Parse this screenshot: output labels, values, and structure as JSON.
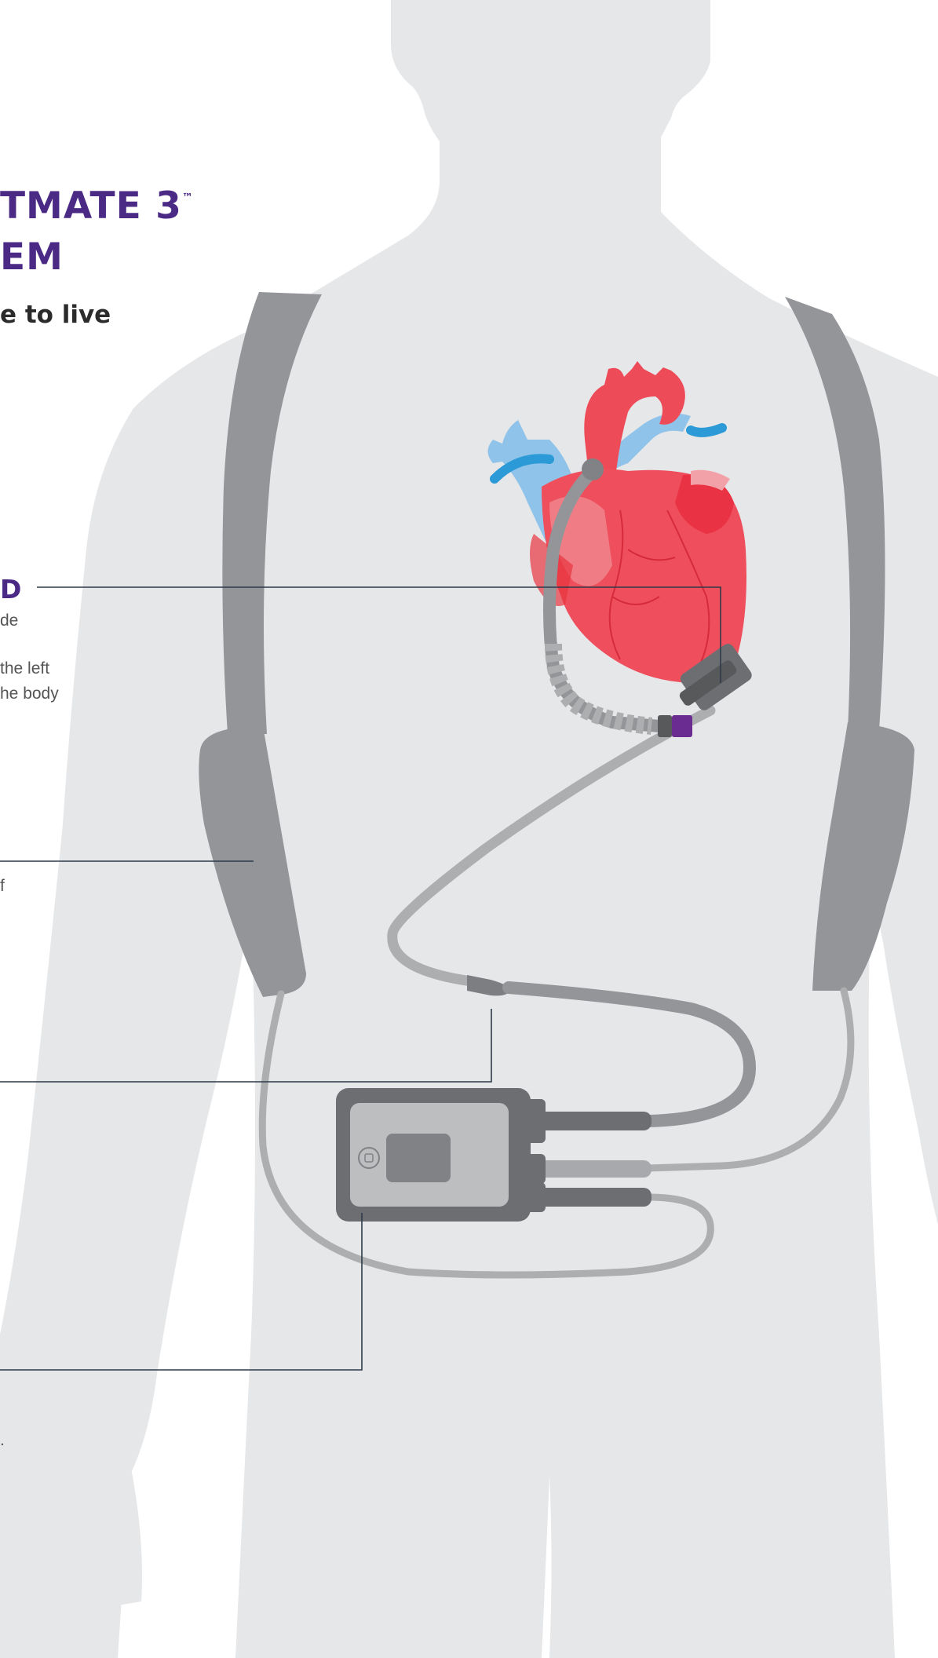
{
  "header": {
    "title_line1": "TMATE 3",
    "title_tm": "™",
    "title_line2": "EM",
    "subtitle": "e to live"
  },
  "callouts": {
    "pump": {
      "heading_fragment": "D",
      "lines": [
        "de",
        "the left",
        "he body"
      ]
    },
    "battery_clip": {
      "lines": [
        "f"
      ]
    },
    "controller": {
      "lines": [
        "."
      ]
    }
  },
  "colors": {
    "title_purple": "#4b2a86",
    "body_silhouette": "#e6e7e9",
    "strap_gray": "#939598",
    "heart_red": "#ee4b59",
    "vessel_blue": "#8fc3ea",
    "leader_line": "#2d3a4a"
  }
}
